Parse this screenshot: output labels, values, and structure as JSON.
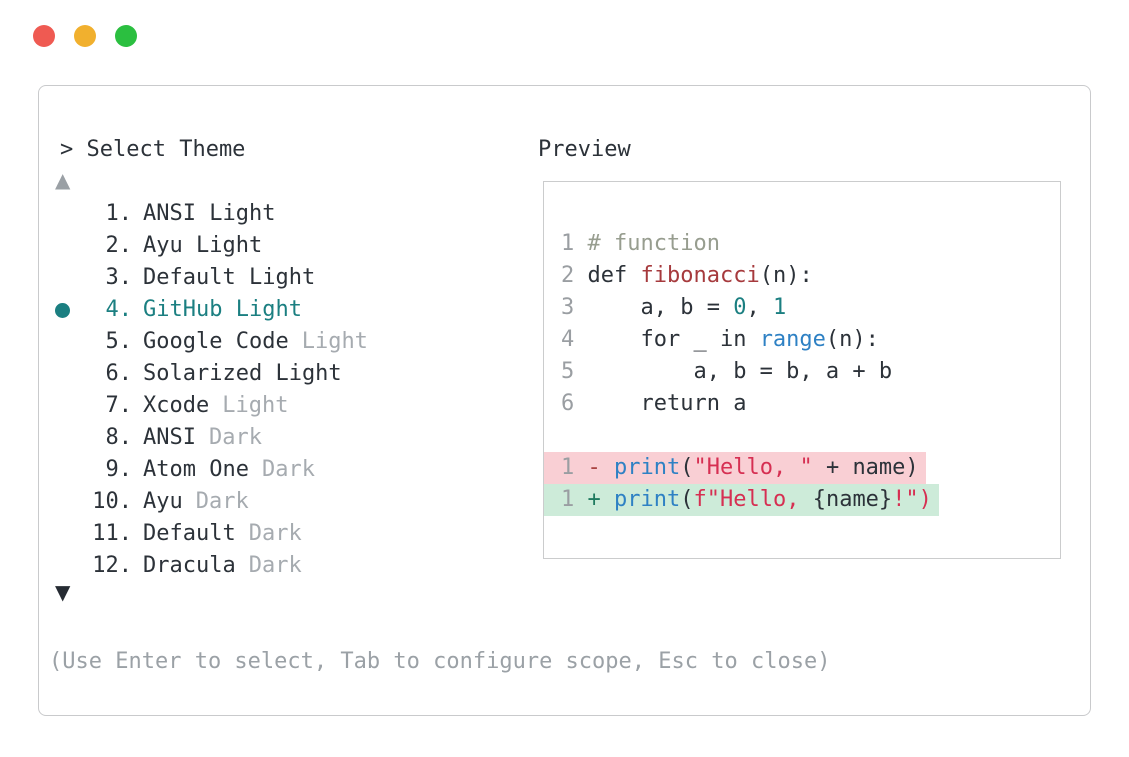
{
  "window": {
    "traffic_lights": [
      {
        "name": "close",
        "color": "#ef5a52"
      },
      {
        "name": "minimize",
        "color": "#f1b02e"
      },
      {
        "name": "zoom",
        "color": "#2bbf40"
      }
    ]
  },
  "prompt": {
    "text": "> Select Theme"
  },
  "theme_list": {
    "up_arrow": "▲",
    "down_arrow": "▼",
    "selected_index": 3,
    "items": [
      {
        "number": "1.",
        "name": "ANSI Light",
        "suffix": "",
        "selected": false
      },
      {
        "number": "2.",
        "name": "Ayu Light",
        "suffix": "",
        "selected": false
      },
      {
        "number": "3.",
        "name": "Default Light",
        "suffix": "",
        "selected": false
      },
      {
        "number": "4.",
        "name": "GitHub Light",
        "suffix": "",
        "selected": true
      },
      {
        "number": "5.",
        "name": "Google Code",
        "suffix": "Light",
        "selected": false
      },
      {
        "number": "6.",
        "name": "Solarized Light",
        "suffix": "",
        "selected": false
      },
      {
        "number": "7.",
        "name": "Xcode",
        "suffix": "Light",
        "selected": false
      },
      {
        "number": "8.",
        "name": "ANSI",
        "suffix": "Dark",
        "selected": false
      },
      {
        "number": "9.",
        "name": "Atom One",
        "suffix": "Dark",
        "selected": false
      },
      {
        "number": "10.",
        "name": "Ayu",
        "suffix": "Dark",
        "selected": false
      },
      {
        "number": "11.",
        "name": "Default",
        "suffix": "Dark",
        "selected": false
      },
      {
        "number": "12.",
        "name": "Dracula",
        "suffix": "Dark",
        "selected": false
      }
    ]
  },
  "preview": {
    "label": "Preview",
    "code_lines": [
      {
        "num": "1",
        "tokens": [
          {
            "t": "# function",
            "c": "comment"
          }
        ]
      },
      {
        "num": "2",
        "tokens": [
          {
            "t": "def ",
            "c": "code"
          },
          {
            "t": "fibonacci",
            "c": "func"
          },
          {
            "t": "(n):",
            "c": "code"
          }
        ]
      },
      {
        "num": "3",
        "tokens": [
          {
            "t": "    a, b = ",
            "c": "code"
          },
          {
            "t": "0",
            "c": "num"
          },
          {
            "t": ", ",
            "c": "code"
          },
          {
            "t": "1",
            "c": "num"
          }
        ]
      },
      {
        "num": "4",
        "tokens": [
          {
            "t": "    for _ in ",
            "c": "code"
          },
          {
            "t": "range",
            "c": "builtin"
          },
          {
            "t": "(n):",
            "c": "code"
          }
        ]
      },
      {
        "num": "5",
        "tokens": [
          {
            "t": "        a, b = b, a + b",
            "c": "code"
          }
        ]
      },
      {
        "num": "6",
        "tokens": [
          {
            "t": "    return a",
            "c": "code"
          }
        ]
      }
    ],
    "diff_lines": [
      {
        "num": "1",
        "sign": "-",
        "kind": "removed",
        "tokens": [
          {
            "t": "print",
            "c": "builtin"
          },
          {
            "t": "(",
            "c": "code"
          },
          {
            "t": "\"Hello, \"",
            "c": "string"
          },
          {
            "t": " + name)",
            "c": "code"
          }
        ]
      },
      {
        "num": "1",
        "sign": "+",
        "kind": "added",
        "tokens": [
          {
            "t": "print",
            "c": "builtin"
          },
          {
            "t": "(",
            "c": "code"
          },
          {
            "t": "f\"Hello, ",
            "c": "string"
          },
          {
            "t": "{name}",
            "c": "code"
          },
          {
            "t": "!\")",
            "c": "string"
          }
        ]
      }
    ]
  },
  "hint": "(Use Enter to select, Tab to configure scope, Esc to close)",
  "colors": {
    "text": "#2c3239",
    "muted": "#a6abb0",
    "hint": "#9ba1a6",
    "accent_teal": "#1b7f81",
    "func_red": "#a63a3d",
    "builtin_blue": "#2e81c4",
    "string_crimson": "#d62f52",
    "comment": "#979d8f",
    "removed_bg": "#f9cfd4",
    "added_bg": "#cdebd9",
    "diff_minus": "#a94442",
    "diff_plus": "#1f7a5f",
    "border": "#c9cacc"
  }
}
